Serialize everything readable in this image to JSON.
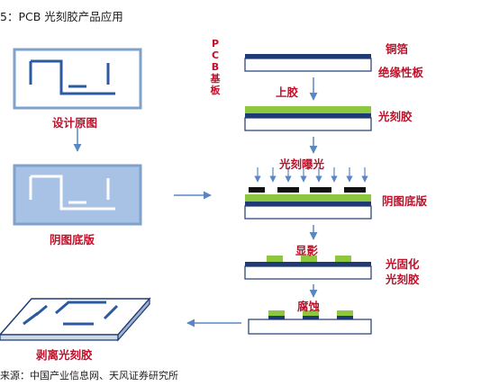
{
  "header": {
    "title": "5：PCB 光刻胶产品应用"
  },
  "footer": {
    "source": "来源：中国产业信息网、天风证券研究所"
  },
  "left_flow": {
    "design_label": "设计原图",
    "negative_label": "阴图底版",
    "strip_label": "剥离光刻胶"
  },
  "right_flow": {
    "pcb_substrate_label": "PCB基板",
    "copper_foil_label": "铜箔",
    "insulating_board_label": "绝缘性板",
    "coat_label": "上胶",
    "photoresist_label": "光刻胶",
    "exposure_label": "光刻曝光",
    "negative_label": "阴图底版",
    "develop_label": "显影",
    "cured_label_line1": "光固化",
    "cured_label_line2": "光刻胶",
    "etch_label": "腐蚀"
  },
  "colors": {
    "accent_red": "#c0102a",
    "box_blue_stroke": "#7fa2cc",
    "box_blue_fill": "#a8c2e6",
    "navy_layer": "#1e3b74",
    "photoresist_green": "#8dc63f",
    "arrow_blue": "#5b86c4"
  }
}
